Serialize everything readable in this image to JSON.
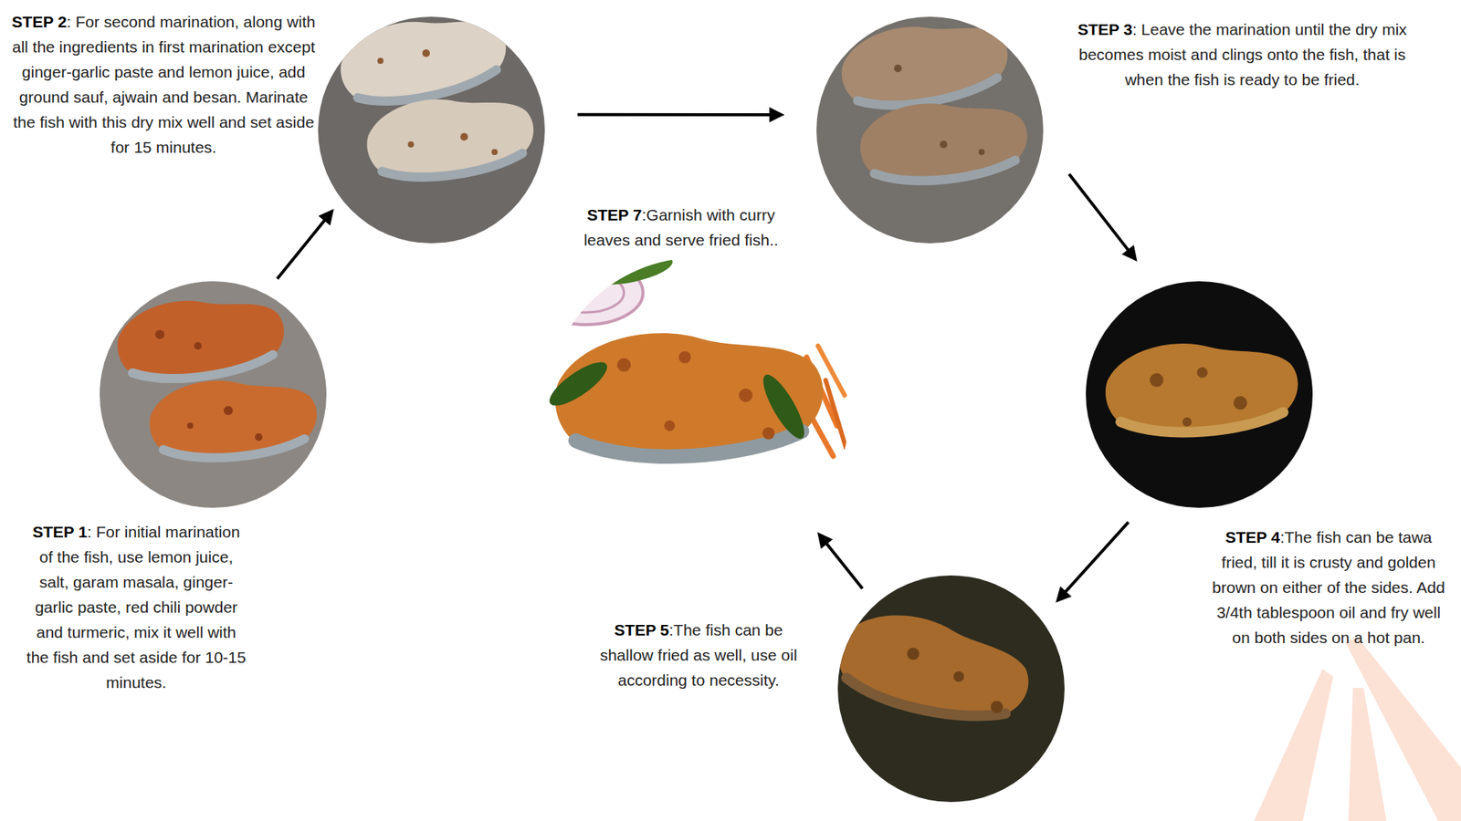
{
  "diagram": {
    "nodes": [
      {
        "text": [
          "STEP 1",
          ": For initial marination of the fish, use lemon juice, salt, garam masala, ginger-garlic paste, red chili powder and turmeric, mix it well with the fish and set aside for 10-15 minutes."
        ]
      },
      {
        "text": [
          "STEP 2",
          ": For second marination, along with all the ingredients in first marination except ginger-garlic paste and lemon juice, add ground sauf, ajwain and besan. Marinate the fish with this dry mix well and set aside for 15 minutes."
        ]
      },
      {
        "text": [
          "STEP 3",
          ": Leave the marination until the dry mix becomes moist and clings onto the fish, that is when the fish is ready to be fried."
        ]
      },
      {
        "text": [
          "STEP 4",
          ":The fish can be tawa fried, till it is crusty and golden brown on either of the sides. Add 3/4th tablespoon oil and fry well on both sides on a hot pan."
        ]
      },
      {
        "text": [
          "STEP 5",
          ":The fish can be shallow fried as well, use oil according to necessity."
        ]
      },
      {
        "text": [
          "STEP 7",
          ":Garnish with curry leaves and serve fried fish.."
        ]
      }
    ],
    "edges": [
      {
        "from": 0,
        "to": 1,
        "arrow": "to"
      },
      {
        "from": 1,
        "to": 2,
        "arrow": "to"
      },
      {
        "from": 2,
        "to": 3,
        "arrow": "to"
      },
      {
        "from": 3,
        "to": 4,
        "arrow": "to"
      },
      {
        "from": 4,
        "to": 5,
        "arrow": "to"
      }
    ]
  }
}
